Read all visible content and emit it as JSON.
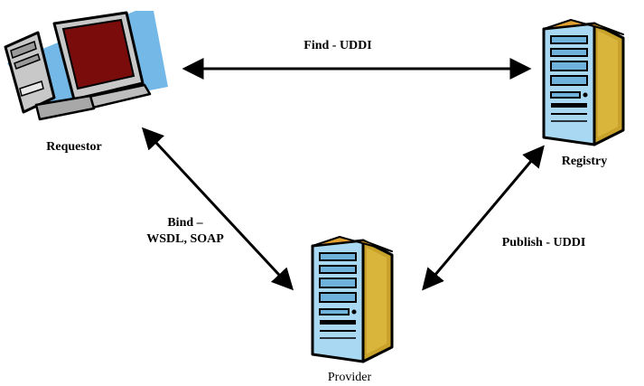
{
  "nodes": {
    "requestor": {
      "label": "Requestor",
      "icon": "desktop-computer-icon"
    },
    "registry": {
      "label": "Registry",
      "icon": "server-tower-icon"
    },
    "provider": {
      "label": "Provider",
      "icon": "server-tower-icon"
    }
  },
  "edges": {
    "find": {
      "label": "Find - UDDI"
    },
    "bind": {
      "label_line1": "Bind –",
      "label_line2": "WSDL, SOAP"
    },
    "publish": {
      "label": "Publish - UDDI"
    }
  },
  "colors": {
    "server_front": "#a9d8f2",
    "server_side": "#c8a22a",
    "monitor_screen": "#7a0c0c",
    "monitor_bezel": "#c8c8c8",
    "backdrop": "#74b8e8",
    "outline": "#000000"
  }
}
